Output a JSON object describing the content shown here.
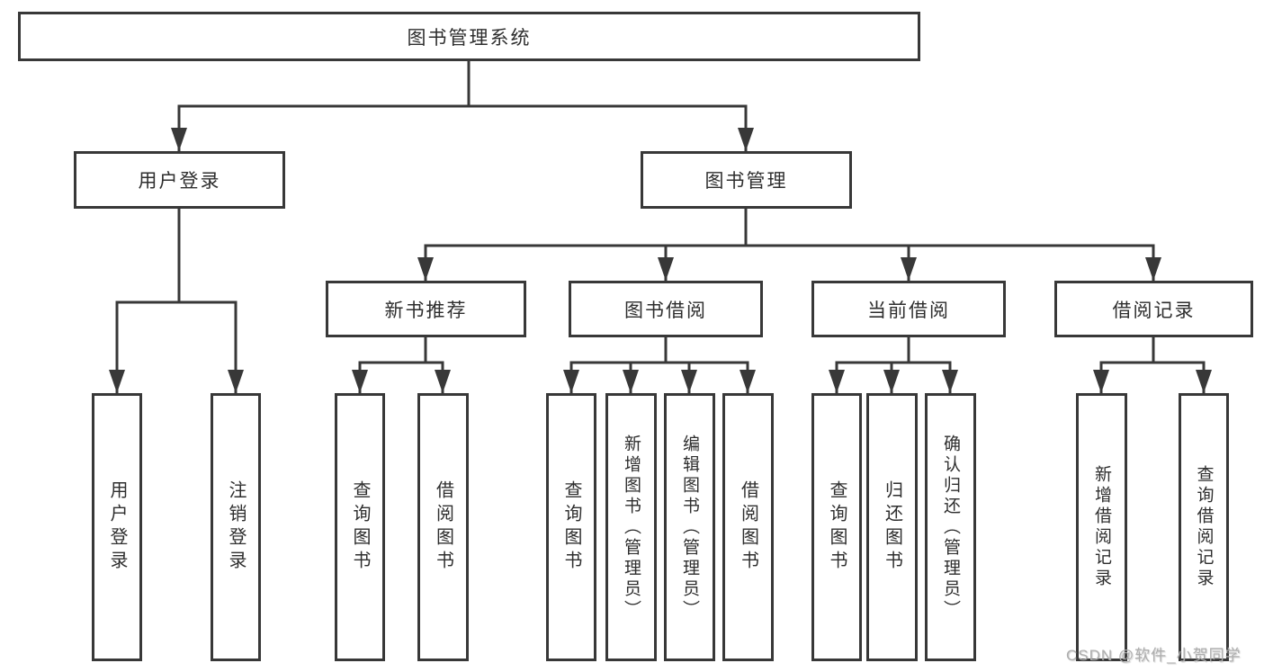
{
  "diagram": {
    "root": {
      "label": "图书管理系统"
    },
    "branches": [
      {
        "label": "用户登录",
        "children": [
          {
            "label": "用户登录"
          },
          {
            "label": "注销登录"
          }
        ]
      },
      {
        "label": "图书管理",
        "children": [
          {
            "label": "新书推荐",
            "children": [
              {
                "label": "查询图书"
              },
              {
                "label": "借阅图书"
              }
            ]
          },
          {
            "label": "图书借阅",
            "children": [
              {
                "label": "查询图书"
              },
              {
                "label": "新增图书（管理员）"
              },
              {
                "label": "编辑图书（管理员）"
              },
              {
                "label": "借阅图书"
              }
            ]
          },
          {
            "label": "当前借阅",
            "children": [
              {
                "label": "查询图书"
              },
              {
                "label": "归还图书"
              },
              {
                "label": "确认归还（管理员）"
              }
            ]
          },
          {
            "label": "借阅记录",
            "children": [
              {
                "label": "新增借阅记录"
              },
              {
                "label": "查询借阅记录"
              }
            ]
          }
        ]
      }
    ]
  },
  "watermark": {
    "text": "CSDN @软件_小贺同学"
  },
  "colors": {
    "line": "#383838",
    "box_border": "#383838",
    "text": "#2e2e2e",
    "watermark": "#aeaeae",
    "background": "#ffffff"
  }
}
